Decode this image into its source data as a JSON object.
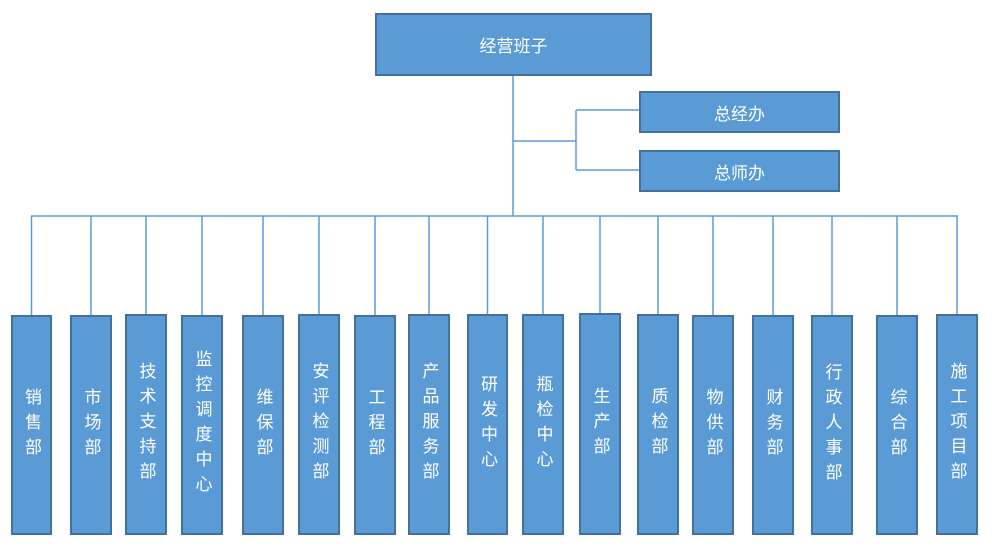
{
  "top": {
    "label": "经营班子"
  },
  "staff": [
    {
      "label": "总经办"
    },
    {
      "label": "总师办"
    }
  ],
  "departments": [
    {
      "label": "销售部"
    },
    {
      "label": "市场部"
    },
    {
      "label": "技术支持部"
    },
    {
      "label": "监控调度中心"
    },
    {
      "label": "维保部"
    },
    {
      "label": "安评检测部"
    },
    {
      "label": "工程部"
    },
    {
      "label": "产品服务部"
    },
    {
      "label": "研发中心"
    },
    {
      "label": "瓶检中心"
    },
    {
      "label": "生产部"
    },
    {
      "label": "质检部"
    },
    {
      "label": "物供部"
    },
    {
      "label": "财务部"
    },
    {
      "label": "行政人事部"
    },
    {
      "label": "综合部"
    },
    {
      "label": "施工项目部"
    }
  ],
  "colors": {
    "box_fill": "#5b9bd5",
    "box_border": "#41719c",
    "connector": "#5b9bd5"
  }
}
